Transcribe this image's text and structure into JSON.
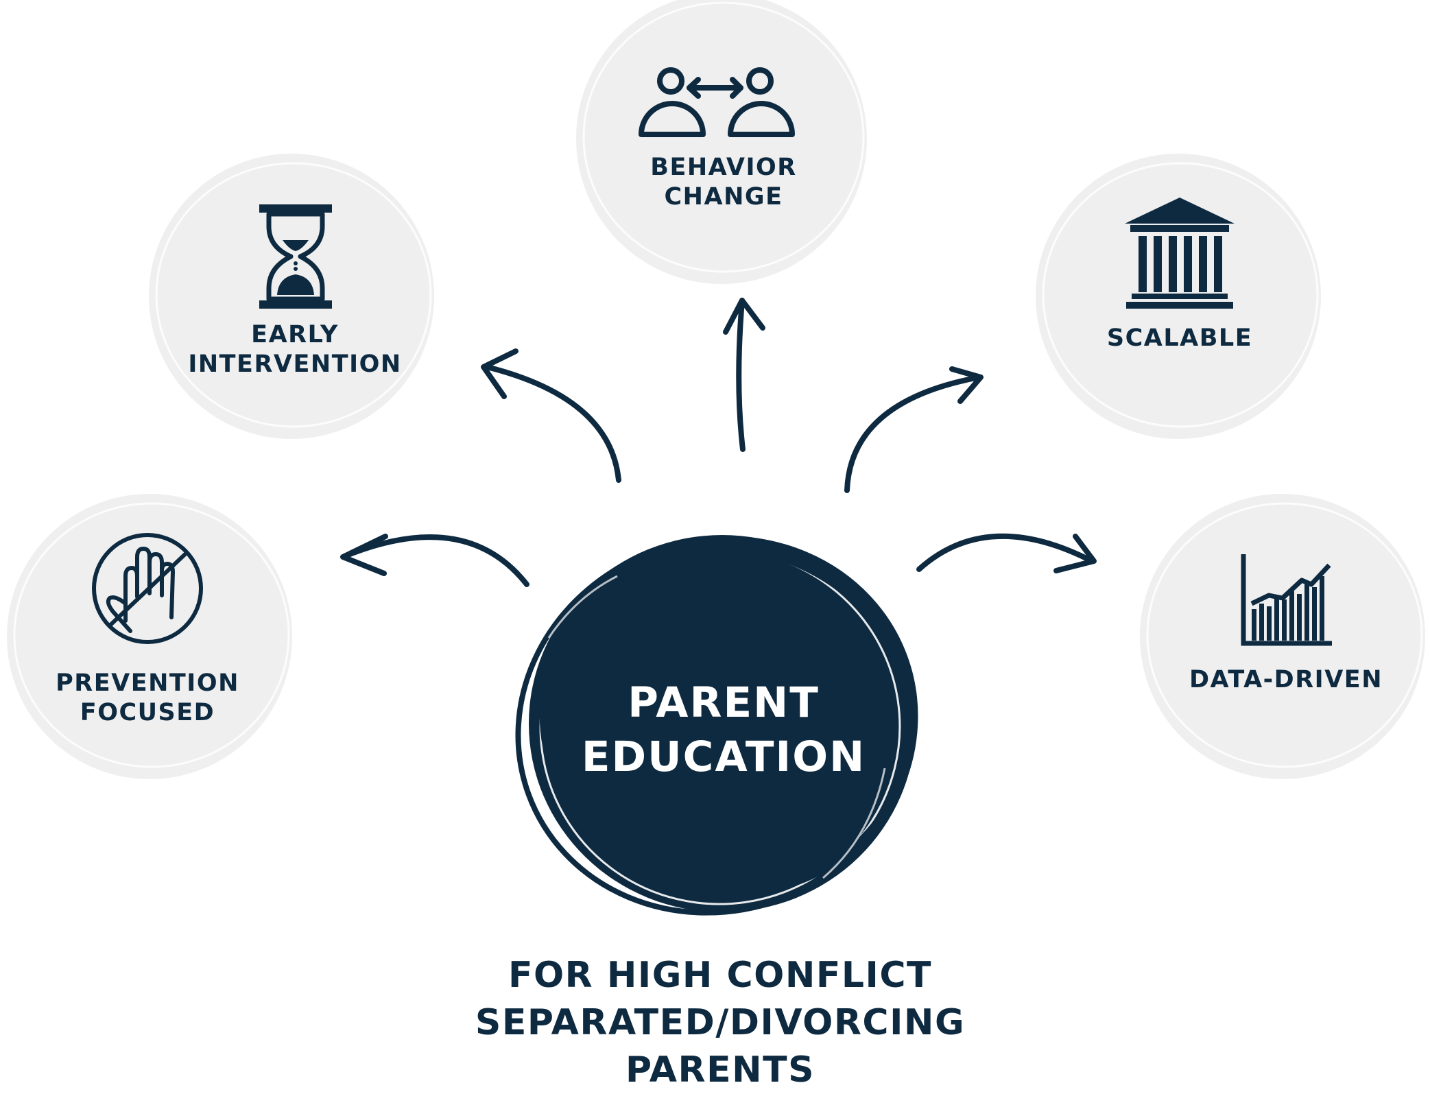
{
  "center": {
    "line1": "PARENT",
    "line2": "EDUCATION"
  },
  "nodes": {
    "behavior": {
      "line1": "BEHAVIOR",
      "line2": "CHANGE",
      "icon": "people-exchange-icon"
    },
    "early": {
      "line1": "EARLY",
      "line2": "INTERVENTION",
      "icon": "hourglass-icon"
    },
    "scalable": {
      "line1": "SCALABLE",
      "icon": "bank-building-icon"
    },
    "prevention": {
      "line1": "PREVENTION",
      "line2": "FOCUSED",
      "icon": "no-hand-icon"
    },
    "data": {
      "line1": "DATA-DRIVEN",
      "icon": "growth-chart-icon"
    }
  },
  "subtitle": {
    "line1": "FOR HIGH CONFLICT",
    "line2": "SEPARATED/DIVORCING",
    "line3": "PARENTS"
  },
  "colors": {
    "navy": "#0e2a40",
    "bubble": "#efefef"
  }
}
